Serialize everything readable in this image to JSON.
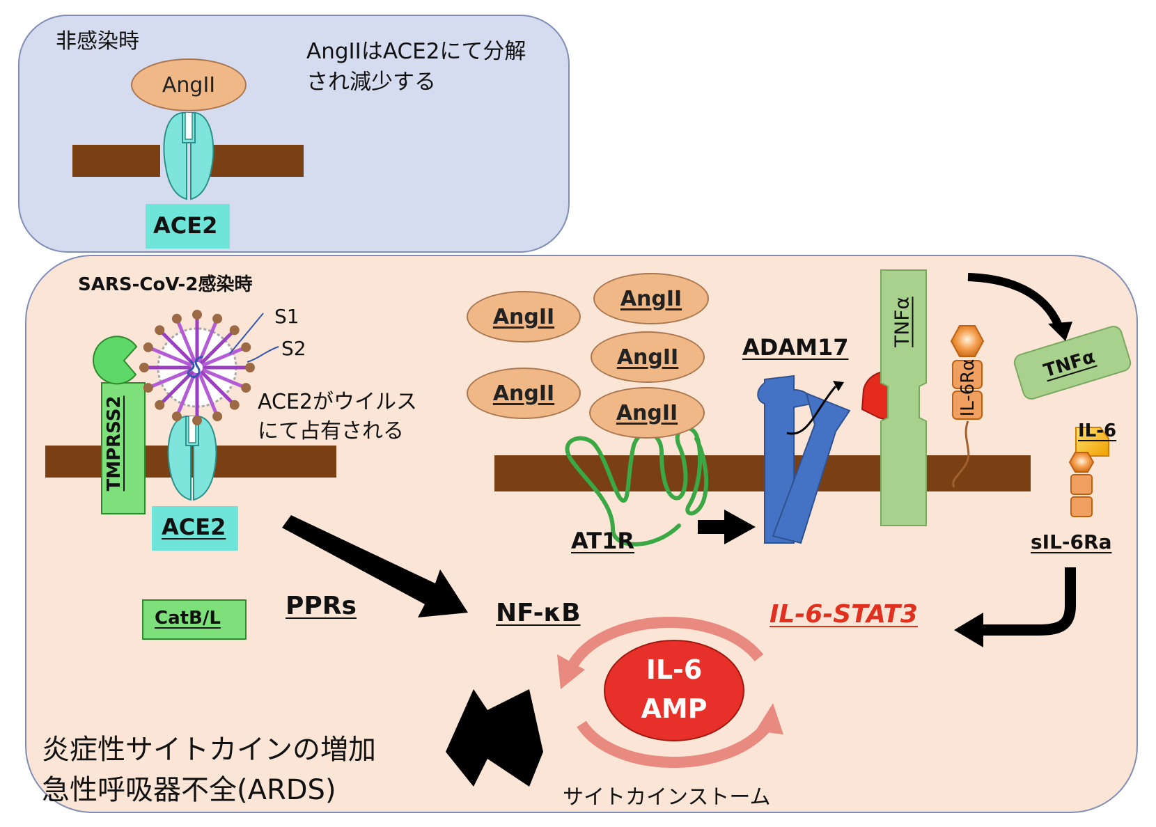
{
  "panel_normal": {
    "title": "非感染時",
    "note_line1": "AngIIはACE2にて分解",
    "note_line2": "され減少する",
    "angii_label": "AngII",
    "ace2_label": "ACE2"
  },
  "panel_infected": {
    "title": "SARS-CoV-2感染時",
    "s1_label": "S1",
    "s2_label": "S2",
    "occupied_line1": "ACE2がウイルス",
    "occupied_line2": "にて占有される",
    "tmprss2_label": "TMPRSS2",
    "ace2_label": "ACE2",
    "catbl_label": "CatB/L",
    "pprs_label": "PPRs",
    "nfkb_label": "NF-κB",
    "angii_labels": [
      "AngII",
      "AngII",
      "AngII",
      "AngII",
      "AngII"
    ],
    "at1r_label": "AT1R",
    "adam17_label": "ADAM17",
    "tnfa_membrane_label": "TNFα",
    "il6ra_label": "IL-6Rα",
    "tnfa_free_label": "TNFα",
    "il6_label": "IL-6",
    "sil6ra_label": "sIL-6Ra",
    "stat3_label": "IL-6-STAT3",
    "amp_line1": "IL-6",
    "amp_line2": "AMP",
    "storm_label": "サイトカインストーム",
    "outcome_line1": "炎症性サイトカインの増加",
    "outcome_line2": "急性呼吸器不全(ARDS)"
  },
  "colors": {
    "panel_normal_bg": "#d6dcef",
    "panel_infected_bg": "#fbe5d6",
    "membrane": "#7b3f14",
    "ace2": "#7fe5dc",
    "angii": "#f0b887",
    "tmprss2": "#7ee07a",
    "adam17": "#4472c4",
    "tnfa": "#a9d18e",
    "at1r": "#3aa845",
    "stat3_red": "#e03020",
    "amp_red": "#e8302a"
  }
}
